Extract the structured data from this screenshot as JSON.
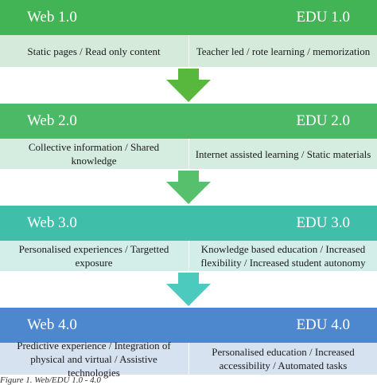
{
  "stages": [
    {
      "web": "Web 1.0",
      "edu": "EDU 1.0",
      "left": "Static pages / Read only content",
      "right": "Teacher led / rote learning / memorization",
      "header_color": "#43b455",
      "sub_color": "#d6eadb",
      "arrow_color": "#58b83e"
    },
    {
      "web": "Web 2.0",
      "edu": "EDU 2.0",
      "left": "Collective information / Shared knowledge",
      "right": "Internet assisted learning / Static materials",
      "header_color": "#4cb967",
      "sub_color": "#d5ece0",
      "arrow_color": "#56c06c"
    },
    {
      "web": "Web 3.0",
      "edu": "EDU 3.0",
      "left": "Personalised experiences / Targetted exposure",
      "right": "Knowledge based education / Increased flexibility / Increased student autonomy",
      "header_color": "#3fbeaa",
      "sub_color": "#d3ede9",
      "arrow_color": "#4ccabe"
    },
    {
      "web": "Web 4.0",
      "edu": "EDU 4.0",
      "left": "Predictive experience / Integration of physical and virtual / Assistive technologies",
      "right": "Personalised education / Increased accessibility / Automated tasks",
      "header_color": "#4d88cf",
      "sub_color": "#d7e2f0"
    }
  ],
  "caption": "Figure 1. Web/EDU 1.0 - 4.0"
}
